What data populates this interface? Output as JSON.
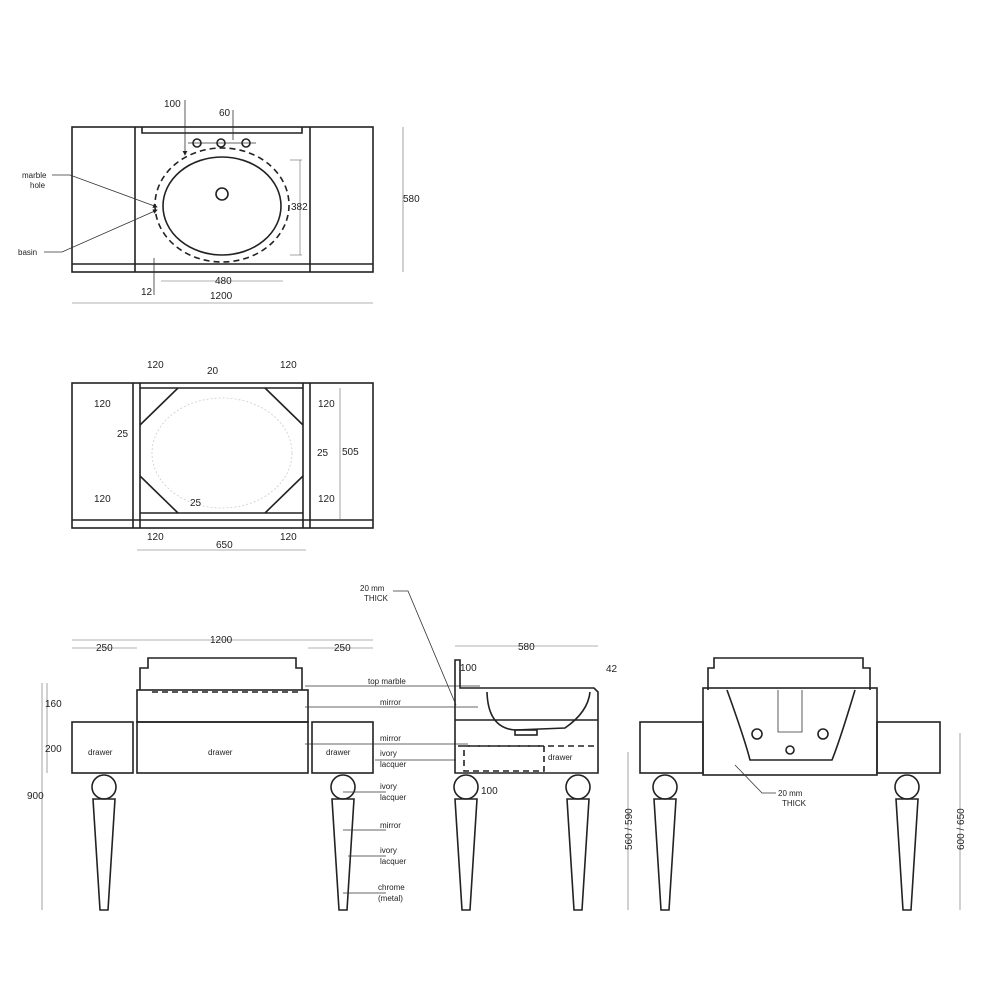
{
  "top_view": {
    "dim_width": "1200",
    "dim_depth": "580",
    "dim_basin_width": "480",
    "dim_basin_depth": "382",
    "dim_offset": "12",
    "dim_tap_offset": "100",
    "dim_tap_spacing": "60",
    "label_marble_hole": [
      "marble",
      "hole"
    ],
    "label_basin": "basin"
  },
  "plan_view": {
    "dim_120_tl": "120",
    "dim_120_tr": "120",
    "dim_20": "20",
    "dim_120_l_top": "120",
    "dim_120_l_bot": "120",
    "dim_120_r_top": "120",
    "dim_120_r_bot": "120",
    "dim_25_l": "25",
    "dim_25_r": "25",
    "dim_25_b": "25",
    "dim_505": "505",
    "dim_120_bl": "120",
    "dim_650": "650",
    "dim_120_br": "120"
  },
  "front_view": {
    "dim_width": "1200",
    "dim_wing_l": "250",
    "dim_wing_r": "250",
    "dim_160": "160",
    "dim_200": "200",
    "dim_900": "900",
    "drawer_labels": [
      "drawer",
      "drawer",
      "drawer"
    ]
  },
  "materials": {
    "thick_note": [
      "20 mm",
      "THICK"
    ],
    "top_marble": "top marble",
    "mirror_1": "mirror",
    "mirror_2": "mirror",
    "ivory_lacquer_1": [
      "ivory",
      "lacquer"
    ],
    "ivory_lacquer_2": [
      "ivory",
      "lacquer"
    ],
    "mirror_3": "mirror",
    "ivory_lacquer_3": [
      "ivory",
      "lacquer"
    ],
    "chrome": [
      "chrome",
      "(metal)"
    ]
  },
  "side_view": {
    "dim_depth": "580",
    "dim_100_top": "100",
    "dim_42": "42",
    "dim_100_bottom": "100",
    "drawer_label": "drawer"
  },
  "back_view": {
    "dim_left": "560 / 590",
    "dim_right": "600 / 650",
    "thick_note": [
      "20 mm",
      "THICK"
    ]
  }
}
